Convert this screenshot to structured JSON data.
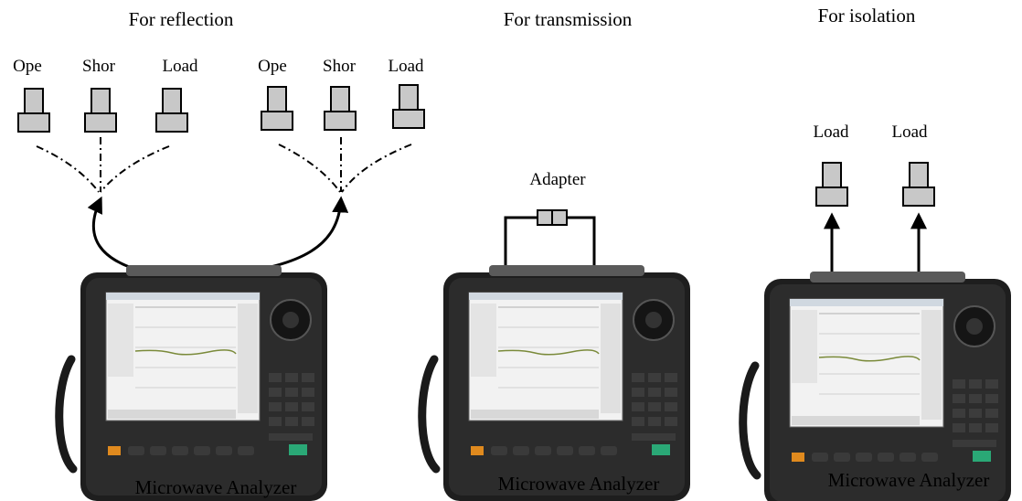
{
  "sections": {
    "reflection": {
      "title": "For reflection",
      "left_standards": [
        "Ope",
        "Shor",
        "Load"
      ],
      "right_standards": [
        "Ope",
        "Shor",
        "Load"
      ],
      "device_label": "Microwave Analyzer"
    },
    "transmission": {
      "title": "For transmission",
      "adapter_label": "Adapter",
      "device_label": "Microwave Analyzer"
    },
    "isolation": {
      "title": "For isolation",
      "loads": [
        "Load",
        "Load"
      ],
      "device_label": "Microwave Analyzer"
    }
  },
  "colors": {
    "connector_fill": "#c8c8c8",
    "device_body": "#1e1e1e",
    "screen_bg": "#f2f2f2",
    "accent_orange": "#e08a1e",
    "accent_green": "#2aa876"
  }
}
